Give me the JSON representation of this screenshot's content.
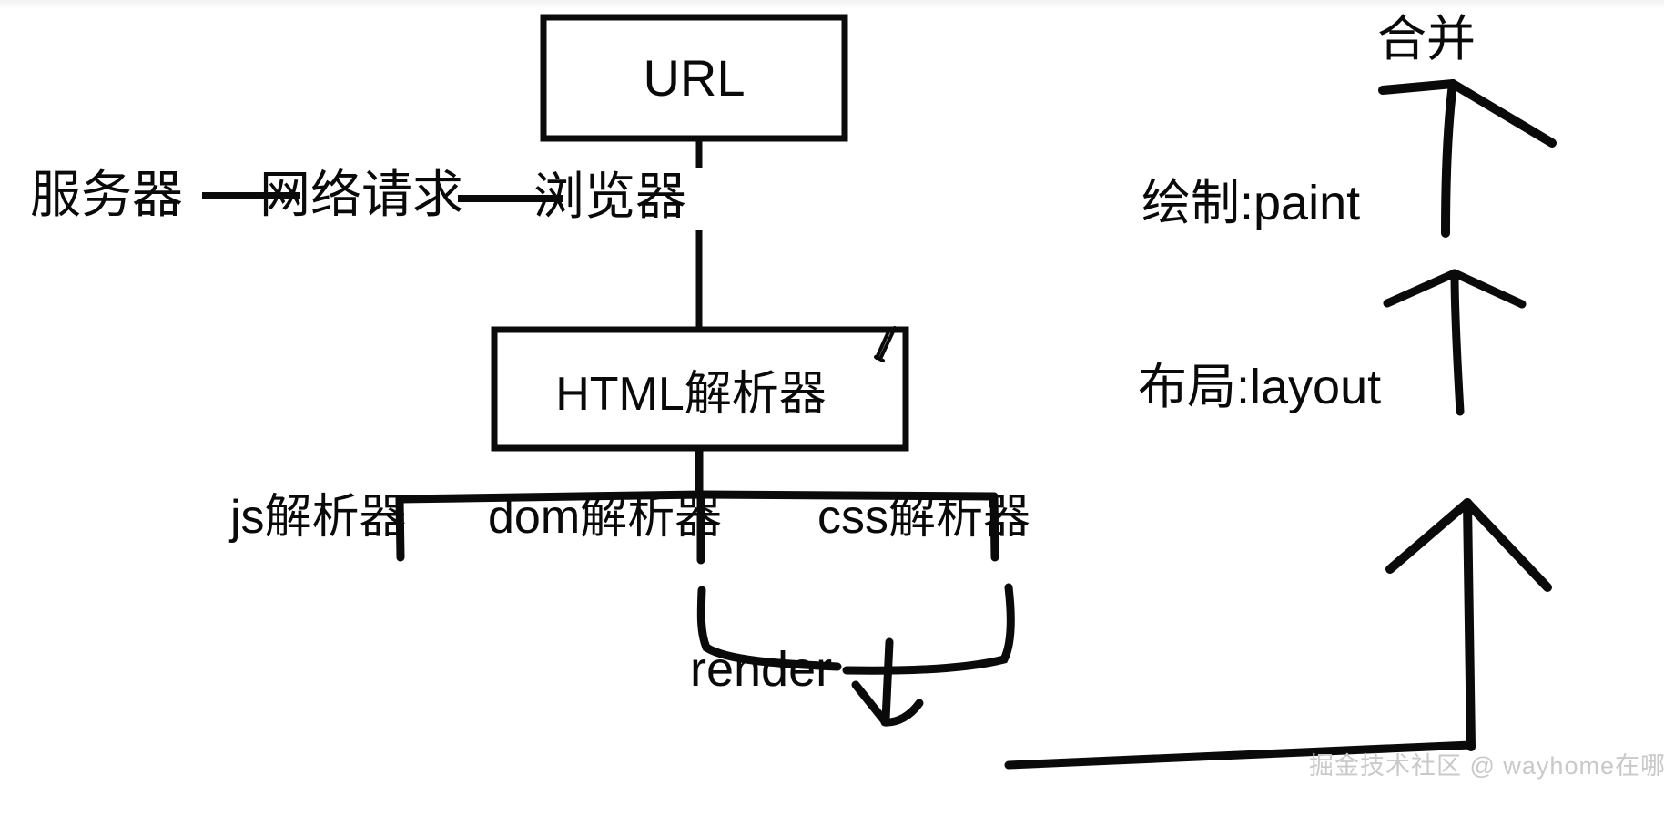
{
  "diagram": {
    "title_nodes": {
      "url": "URL",
      "html_parser": "HTML解析器",
      "render": "render"
    },
    "flow_row": {
      "server": "服务器",
      "network_request": "网络请求",
      "browser": "浏览器"
    },
    "parsers": [
      {
        "id": "js",
        "label": "js解析器"
      },
      {
        "id": "dom",
        "label": "dom解析器"
      },
      {
        "id": "css",
        "label": "css解析器"
      }
    ],
    "render_pipeline": [
      {
        "id": "merge",
        "label": "合并"
      },
      {
        "id": "paint",
        "label": "绘制:paint"
      },
      {
        "id": "layout",
        "label": "布局:layout"
      }
    ],
    "watermark": "掘金技术社区 @ wayhome在哪",
    "colors": {
      "stroke": "#0a0a0a",
      "background": "#ffffff",
      "watermark": "#c9c9c9"
    }
  }
}
